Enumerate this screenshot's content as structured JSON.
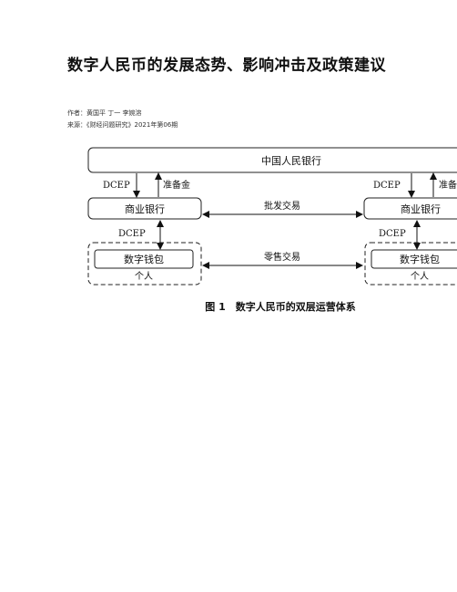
{
  "document": {
    "title": "数字人民币的发展态势、影响冲击及政策建议",
    "authors": "作者：黄国平 丁一 李婉溶",
    "source": "来源：《财经问题研究》2021年第06期"
  },
  "figure": {
    "central_bank": "中国人民银行",
    "commercial_bank": "商业银行",
    "wallet": "数字钱包",
    "individual": "个人",
    "dcep": "DCEP",
    "reserve": "准备金",
    "reserve_cut": "准备",
    "wholesale": "批发交易",
    "retail": "零售交易",
    "caption": "图 1　数字人民币的双层运营体系"
  }
}
